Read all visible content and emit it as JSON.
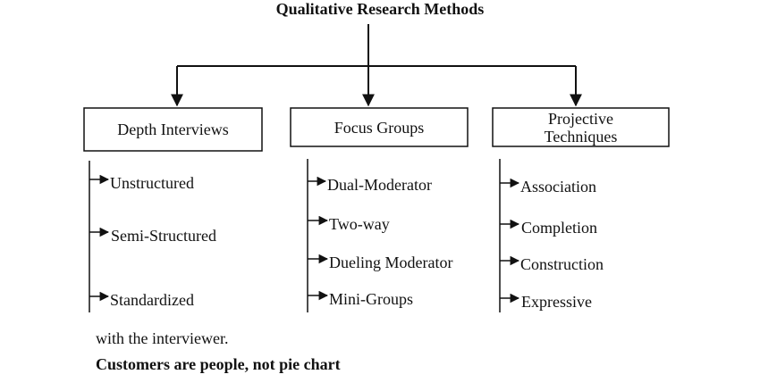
{
  "diagram": {
    "title": "Qualitative Research Methods",
    "branches": [
      {
        "label": "Depth Interviews",
        "items": [
          "Unstructured",
          "Semi-Structured",
          "Standardized"
        ]
      },
      {
        "label": "Focus Groups",
        "items": [
          "Dual-Moderator",
          "Two-way",
          "Dueling Moderator",
          "Mini-Groups"
        ]
      },
      {
        "label_lines": [
          "Projective",
          "Techniques"
        ],
        "items": [
          "Association",
          "Completion",
          "Construction",
          "Expressive"
        ]
      }
    ]
  },
  "footer": {
    "line1": "with the interviewer.",
    "line2": "Customers are people, not pie chart"
  },
  "colors": {
    "stroke": "#111111",
    "text": "#111111",
    "background": "#ffffff"
  }
}
